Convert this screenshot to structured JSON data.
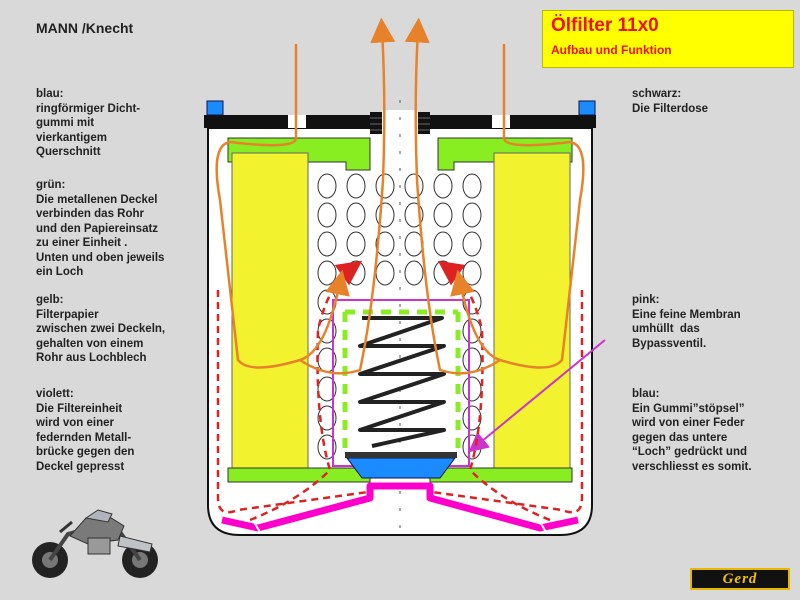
{
  "brand": "MANN /Knecht",
  "title": {
    "line1": "Ölfilter 11x0",
    "line2": "Aufbau und Funktion"
  },
  "labels": {
    "blau_left": "blau:\nringförmiger Dicht-\ngummi mit\nvierkantigem\nQuerschnitt",
    "gruen": "grün:\nDie metallenen Deckel\nverbinden das Rohr\nund den Papiereinsatz\nzu einer Einheit .\nUnten und oben jeweils\nein Loch",
    "gelb": "gelb:\nFilterpapier\nzwischen zwei Deckeln,\ngehalten von einem\nRohr aus Lochblech",
    "violett": "violett:\nDie Filtereinheit\nwird von einer\nfedernden Metall-\nbrücke gegen den\nDeckel gepresst",
    "schwarz": "schwarz:\nDie Filterdose",
    "pink": "pink:\nEine feine Membran\numhüllt  das\nBypassventil.",
    "blau_right": "blau:\nEin Gummi”stöpsel”\nwird von einer Feder\ngegen das untere\n“Loch” gedrückt und\nverschliesst es somit."
  },
  "logo_text": "Gerd",
  "colors": {
    "background": "#d9d9d9",
    "title_box": "#ffff00",
    "title_text": "#ee1111",
    "seal_blue": "#1a8cff",
    "cover_green": "#88ee22",
    "paper_yellow": "#f2f22e",
    "bridge_violet": "#cc33cc",
    "membrane_pink": "#ff00cc",
    "flow_orange": "#e8822a",
    "bypass_red": "#dd2222",
    "spring": "#222222"
  }
}
